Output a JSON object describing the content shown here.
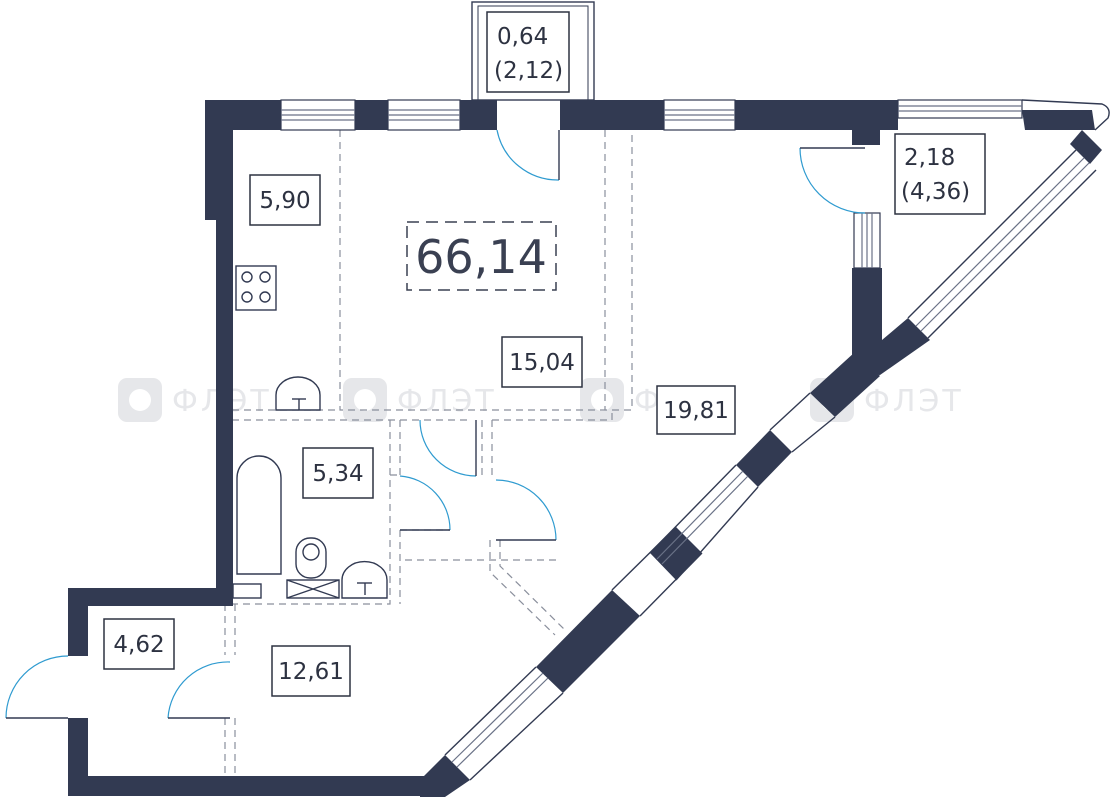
{
  "plan": {
    "total_area": "66,14",
    "rooms": {
      "balcony_top": {
        "area": "0,64",
        "area_alt": "(2,12)"
      },
      "balcony_right": {
        "area": "2,18",
        "area_alt": "(4,36)"
      },
      "kitchen": {
        "area": "5,90"
      },
      "living_room": {
        "area": "15,04"
      },
      "bedroom": {
        "area": "19,81"
      },
      "bathroom": {
        "area": "5,34"
      },
      "entrance": {
        "area": "4,62"
      },
      "hallway": {
        "area": "12,61"
      }
    },
    "watermark": {
      "text": "ФЛЭТ"
    },
    "colors": {
      "wall": "#323a52",
      "door": "#2f9bd0",
      "text": "#2d3241"
    }
  }
}
